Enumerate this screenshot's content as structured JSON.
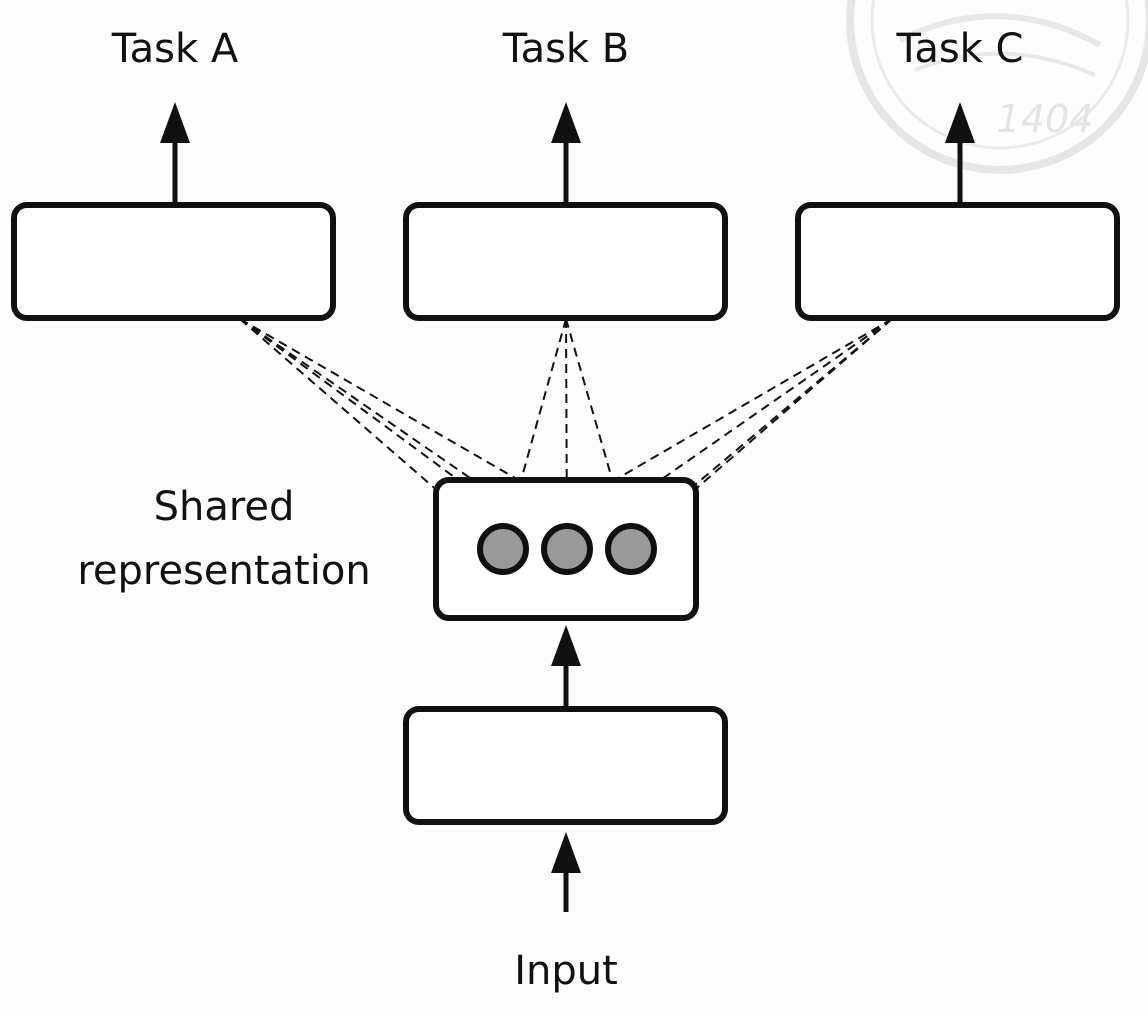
{
  "diagram": {
    "tasks": [
      {
        "label": "Task A"
      },
      {
        "label": "Task B"
      },
      {
        "label": "Task C"
      }
    ],
    "shared_label_line1": "Shared",
    "shared_label_line2": "representation",
    "input_label": "Input",
    "seal_text": "1404",
    "colors": {
      "stroke": "#111111",
      "box_fill": "#ffffff",
      "unit_fill": "#9a9a9a",
      "background": "#fdfdfd",
      "watermark": "#dcdcdc"
    }
  }
}
